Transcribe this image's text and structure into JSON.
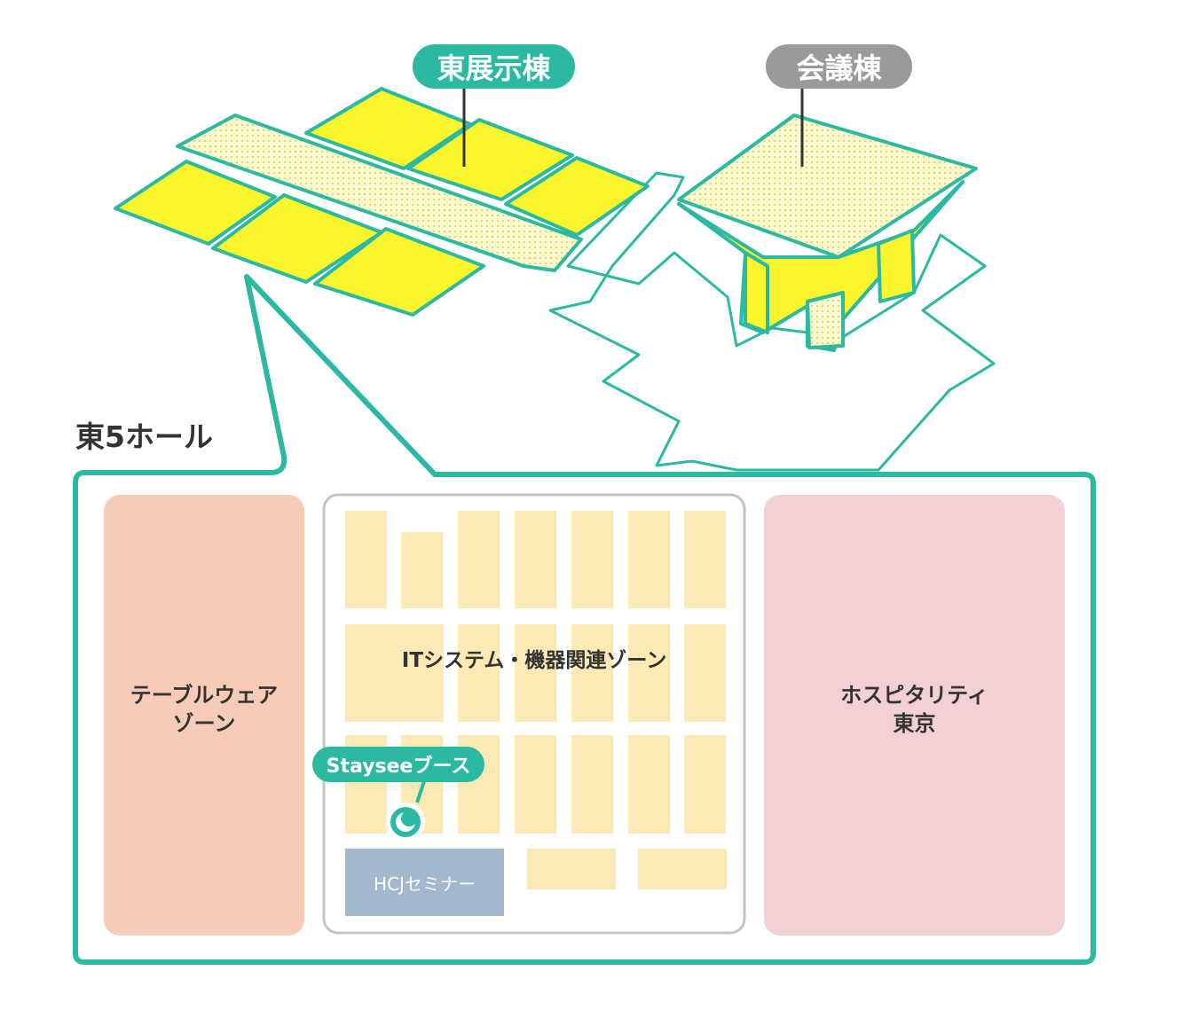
{
  "labels": {
    "east_building": "東展示棟",
    "conference_building": "会議棟",
    "hall_name": "東5ホール",
    "zone_tableware_line1": "テーブルウェア",
    "zone_tableware_line2": "ゾーン",
    "zone_it": "ITシステム・機器関連ゾーン",
    "zone_hospitality_line1": "ホスピタリティ",
    "zone_hospitality_line2": "東京",
    "booth": "Stayseeブース",
    "seminar": "HCJセミナー"
  },
  "colors": {
    "accent": "#2bb9a1",
    "building_fill": "#fbf52e",
    "booth_fill": "#fbeab5",
    "tableware_zone": "#f7ccb7",
    "hospitality_zone": "#f2d0d4",
    "seminar_fill": "#a3b8cf",
    "gray_pill": "#9a9a9a",
    "text": "#333333"
  },
  "icons": {
    "booth_marker": "staysee-logo-pin-icon"
  }
}
